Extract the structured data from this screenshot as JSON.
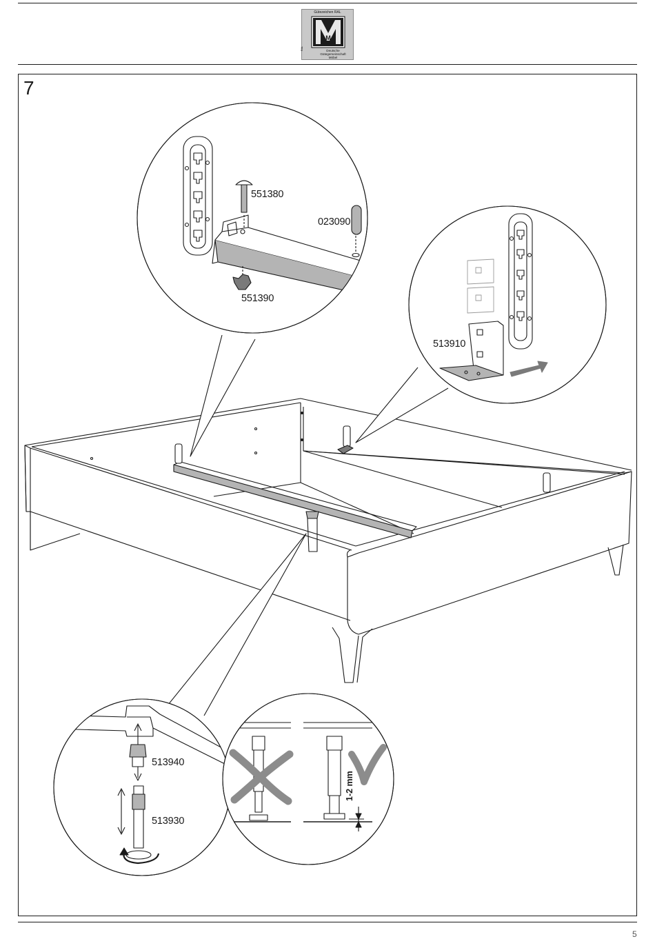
{
  "header": {
    "seal": {
      "top_text": "Gütezeichen RAL",
      "letter": "M",
      "bottom_lines": [
        "Deutsche",
        "Gütegemeinschaft",
        "Möbel"
      ],
      "side_text": "RAL"
    }
  },
  "step": {
    "number": "7"
  },
  "parts": {
    "bolt": "551380",
    "pin": "023090",
    "wingnut": "551390",
    "bracket": "513910",
    "foot_insert": "513940",
    "foot_post": "513930"
  },
  "dimension": "1-2 mm",
  "footer": {
    "page_number": "5"
  },
  "colors": {
    "ink": "#1a1a1a",
    "rail_gray": "#b4b4b4",
    "shade_gray": "#7a7a7a",
    "wrong_mark": "#8c8c8c",
    "seal_bg": "#c9c9c9"
  }
}
